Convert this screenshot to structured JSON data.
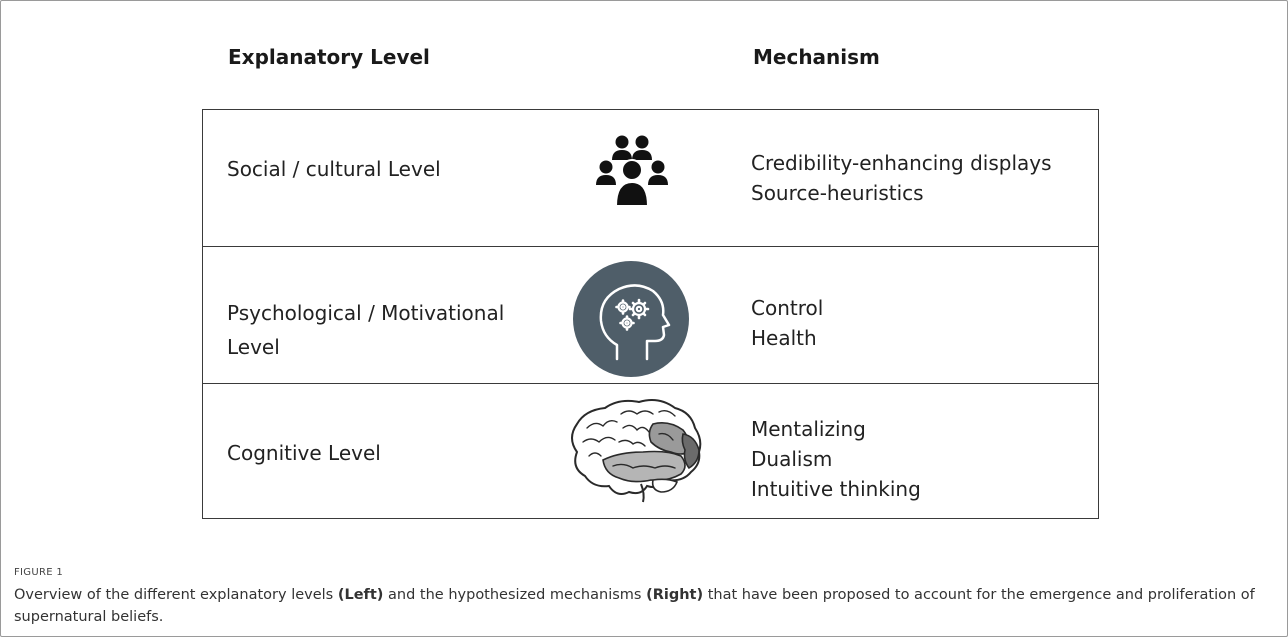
{
  "headers": {
    "left": "Explanatory Level",
    "right": "Mechanism"
  },
  "rows": [
    {
      "level": "Social / cultural Level",
      "icon": "people-group-icon",
      "mechanisms": [
        "Credibility-enhancing displays",
        "Source-heuristics"
      ]
    },
    {
      "level": "Psychological / Motivational Level",
      "icon": "head-gears-icon",
      "mechanisms": [
        "Control",
        "Health"
      ]
    },
    {
      "level": "Cognitive Level",
      "icon": "brain-icon",
      "mechanisms": [
        "Mentalizing",
        "Dualism",
        "Intuitive thinking"
      ]
    }
  ],
  "caption": {
    "label": "FIGURE 1",
    "t1": "Overview of the different explanatory levels ",
    "b1": "(Left)",
    "t2": " and the hypothesized mechanisms ",
    "b2": "(Right)",
    "t3": " that have been proposed to account for the emergence and proliferation of supernatural beliefs."
  },
  "colors": {
    "head_icon": "#4f5e69",
    "people_icon": "#111111",
    "brain_light": "#b5b5b5",
    "brain_mid": "#9a9a9a",
    "brain_dark": "#6b6b6b"
  }
}
